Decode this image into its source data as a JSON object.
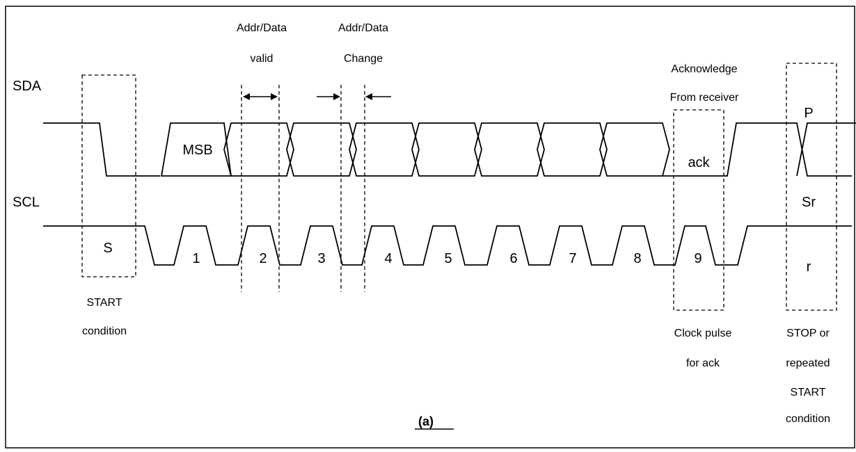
{
  "signals": {
    "sda": "SDA",
    "scl": "SCL"
  },
  "annotations": {
    "addr_valid_line1": "Addr/Data",
    "addr_valid_line2": "valid",
    "addr_change_line1": "Addr/Data",
    "addr_change_line2": "Change",
    "ack_from_line1": "Acknowledge",
    "ack_from_line2": "From receiver"
  },
  "labels": {
    "msb": "MSB",
    "ack": "ack",
    "start_symbol": "S",
    "p_symbol": "P",
    "sr_symbol": "Sr",
    "r_symbol": "r"
  },
  "clock_numbers": [
    "1",
    "2",
    "3",
    "4",
    "5",
    "6",
    "7",
    "8",
    "9"
  ],
  "captions": {
    "start_line1": "START",
    "start_line2": "condition",
    "clock_ack_line1": "Clock pulse",
    "clock_ack_line2": "for ack",
    "stop_line1": "STOP or",
    "stop_line2": "repeated",
    "stop_line3": "START",
    "stop_line4": "condition",
    "figure_label": "(a)"
  }
}
